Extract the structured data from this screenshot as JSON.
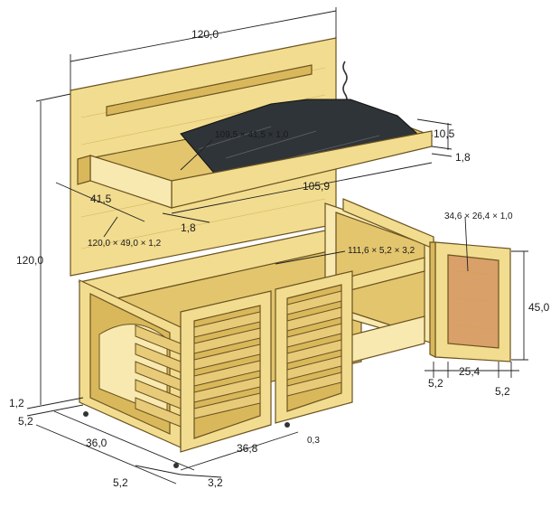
{
  "dimensions": {
    "backboard_width": "120,0",
    "total_height": "120,0",
    "tray_depth": "10,5",
    "tray_thickness": "1,8",
    "tray_liner": "109,5 × 41,5 × 1,0",
    "tray_length": "105,9",
    "tray_side": "41,5",
    "tray_side_thickness": "1,8",
    "backboard_panel": "120,0 × 49,0 × 1,2",
    "shelf_board": "111,6 × 5,2 × 3,2",
    "door_panel": "34,6 × 26,4 × 1,0",
    "door_height": "45,0",
    "door_width": "25,4",
    "door_left_frame": "5,2",
    "door_right_frame": "5,2",
    "foot_height": "1,2",
    "left_leg": "5,2",
    "side_depth": "36,0",
    "front_width": "36,8",
    "gap": "0,3",
    "front_leg": "5,2",
    "front_leg_thickness": "3,2"
  }
}
